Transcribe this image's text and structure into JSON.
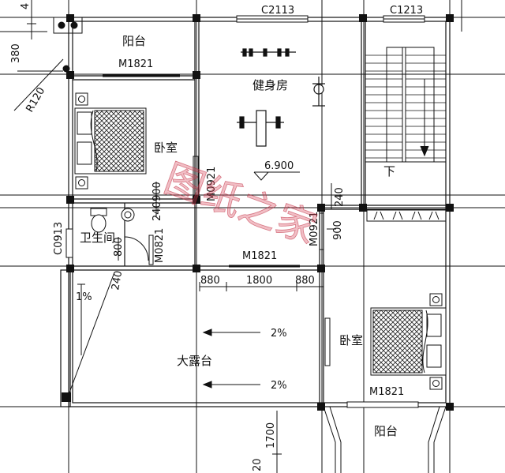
{
  "title": "",
  "rooms": {
    "balcony_north": "阳台",
    "gym": "健身房",
    "bedroom_west": "卧室",
    "bathroom": "卫生间",
    "stair_down": "下",
    "big_terrace": "大露台",
    "bedroom_east": "卧室",
    "balcony_south": "阳台"
  },
  "codes": {
    "window_gym": "C2113",
    "window_stair": "C1213",
    "door_balcony_north": "M1821",
    "door_bedroom_west": "M0921",
    "window_bath": "C0913",
    "door_bath": "M0821",
    "door_bedroom_east": "M0921",
    "door_terrace": "M1821",
    "door_balcony_south": "M1821"
  },
  "dimensions": {
    "d_380": "380",
    "d_r120": "R120",
    "d_4": "4",
    "d_240_top": "240",
    "d_900_west": "900",
    "d_240_west": "240",
    "d_800": "800",
    "d_240_terrace": "240",
    "d_900_east": "900",
    "d_880_left": "880",
    "d_1800": "1800",
    "d_880_right": "880",
    "d_1700": "1700",
    "d_20": "20"
  },
  "level": "6.900",
  "slopes": {
    "terrace_left": "1%",
    "terrace_upper": "2%",
    "terrace_lower": "2%"
  },
  "watermark": "图纸之家",
  "colors": {
    "line": "#1a1a1a",
    "hatch": "#333333",
    "watermark": "#d6465a"
  }
}
